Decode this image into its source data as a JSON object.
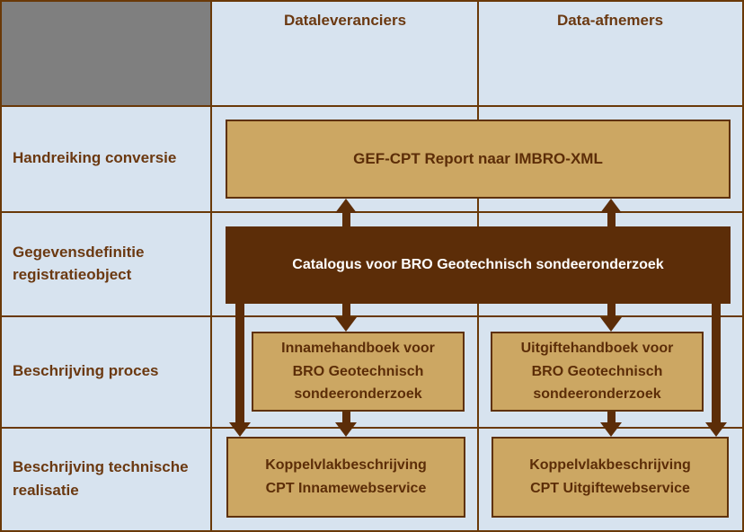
{
  "headers": {
    "dataleveranciers": "Dataleveranciers",
    "data_afnemers": "Data-afnemers"
  },
  "row_labels": [
    "Handreiking conversie",
    "Gegevensdefinitie\nregistratieobject",
    "Beschrijving proces",
    "Beschrijving technische\nrealisatie"
  ],
  "boxes": {
    "gef_cpt": "GEF-CPT Report naar IMBRO-XML",
    "catalogus": "Catalogus voor BRO Geotechnisch sondeeronderzoek",
    "innamehandboek": "Innamehandboek voor\nBRO Geotechnisch\nsondeeronderzoek",
    "uitgiftehandboek": "Uitgiftehandboek voor\nBRO Geotechnisch\nsondeeronderzoek",
    "koppelvlak_inname": "Koppelvlakbeschrijving\nCPT Innamewebservice",
    "koppelvlak_uitgifte": "Koppelvlakbeschrijving\nCPT Uitgiftewebservice"
  },
  "colors": {
    "cell_background": "#D7E3EF",
    "corner_cell_gray": "#7F7F7F",
    "box_tan_fill": "#CCA763",
    "box_dark_brown_fill": "#5C2D08",
    "grid_line_brown": "#693908",
    "label_text_brown": "#6B3911",
    "box_text_brown": "#5C2D08",
    "catalogus_text": "#FFFFFF"
  }
}
